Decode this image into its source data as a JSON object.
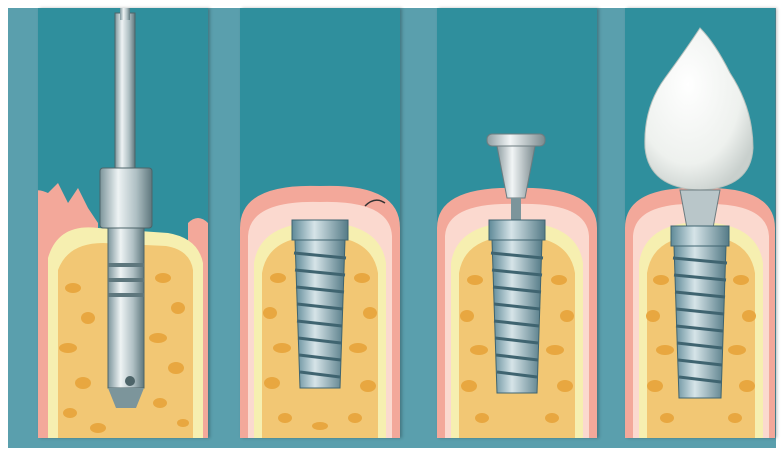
{
  "illustration": {
    "stages": [
      {
        "id": "drill",
        "depiction": "drill-in-bone"
      },
      {
        "id": "implant",
        "depiction": "implant-placed"
      },
      {
        "id": "abutment",
        "depiction": "abutment-attached"
      },
      {
        "id": "crown",
        "depiction": "crown-attached"
      }
    ],
    "colors": {
      "background": "#5a9fad",
      "panel": "#2f8f9d",
      "gum": "#f3a89a",
      "gum_inner": "#fbd9cf",
      "bone": "#f2c774",
      "bone_spot": "#e8a740",
      "bone_edge": "#f6efb0",
      "metal_light": "#dfe8ea",
      "metal_dark": "#6f8a91",
      "implant_blue": "#6b9fb3",
      "crown": "#f4f6f4"
    }
  }
}
